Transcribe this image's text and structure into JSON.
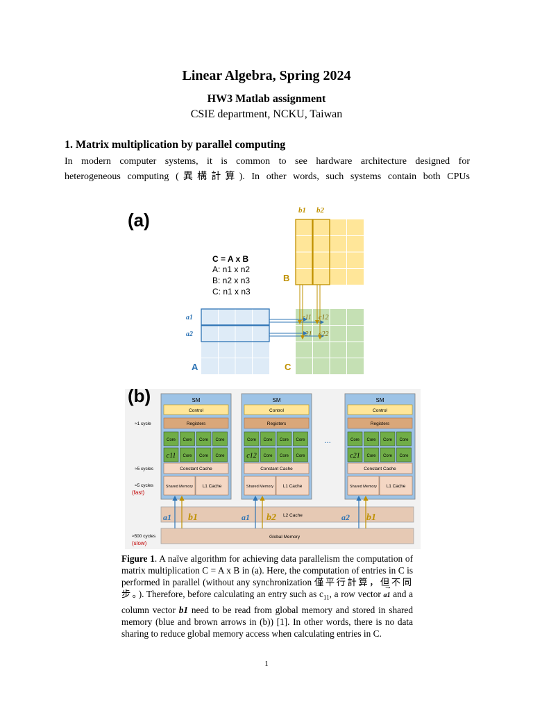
{
  "header": {
    "title": "Linear Algebra, Spring 2024",
    "subtitle": "HW3 Matlab assignment",
    "department": "CSIE department, NCKU, Taiwan"
  },
  "section": {
    "heading": "1.  Matrix multiplication by parallel computing",
    "intro_line1": "In modern computer systems, it is common to see hardware architecture designed for",
    "intro_line2": "heterogeneous computing (異構計算). In other words, such systems contain both CPUs"
  },
  "figure_a": {
    "panel_label": "(a)",
    "eq_main": "C = A x B",
    "eq_a": "A: n1 x n2",
    "eq_b": "B: n2 x n3",
    "eq_c": "C: n1 x n3",
    "label_A": "A",
    "label_B": "B",
    "label_C": "C",
    "row_vec_1": "a1",
    "row_vec_2": "a2",
    "col_vec_1": "b1",
    "col_vec_2": "b2",
    "c11": "c11",
    "c12": "c12",
    "c21": "c21",
    "c22": "c22",
    "colors": {
      "blue": "#2e74b5",
      "gold": "#bf9000",
      "orange_fill": "#ffe699",
      "green_fill": "#c5e0b4",
      "blue_fill": "#deebf7"
    }
  },
  "figure_b": {
    "panel_label": "(b)",
    "sm_label": "SM",
    "control_label": "Control",
    "registers_label": "Registers",
    "core_label": "Core",
    "constant_cache_label": "Constant Cache",
    "shared_memory_label": "Shared Memory",
    "l1_cache_label": "L1 Cache",
    "l2_cache_label": "L2 Cache",
    "global_memory_label": "Global Memory",
    "ellipsis": "...",
    "cycles_1": "≈1 cycle",
    "cycles_5a": "≈5 cycles",
    "cycles_5b": "≈5 cycles",
    "fast_label": "(fast)",
    "cycles_500": "≈500 cycles",
    "slow_label": "(slow)",
    "sm_cells": [
      "c11",
      "c12",
      "c21"
    ],
    "vec_labels": [
      {
        "a": "a1",
        "b": "b1"
      },
      {
        "a": "a1",
        "b": "b2"
      },
      {
        "a": "a2",
        "b": "b1"
      }
    ]
  },
  "caption": {
    "figure_label": "Figure 1",
    "text_1": ". A naïve algorithm for achieving data parallelism the computation of matrix multiplication C = A x B in (a). Here, the computation of entries in C is performed in parallel (without any synchronization ",
    "text_cjk": "僅平行計算，但不同步。",
    "text_2": "). Therefore, before calculating an entry such as c",
    "c_sub": "11",
    "text_3": ", a row vector ",
    "row_vec": "a1",
    "text_4": " and a column vector ",
    "col_vec": "b1",
    "text_5": " need to be read from global memory and stored in shared memory (blue and brown arrows in (b)) [1]. In other words, there is no data sharing to reduce global memory access when calculating entries in C."
  },
  "footer": {
    "page_number": "1"
  }
}
